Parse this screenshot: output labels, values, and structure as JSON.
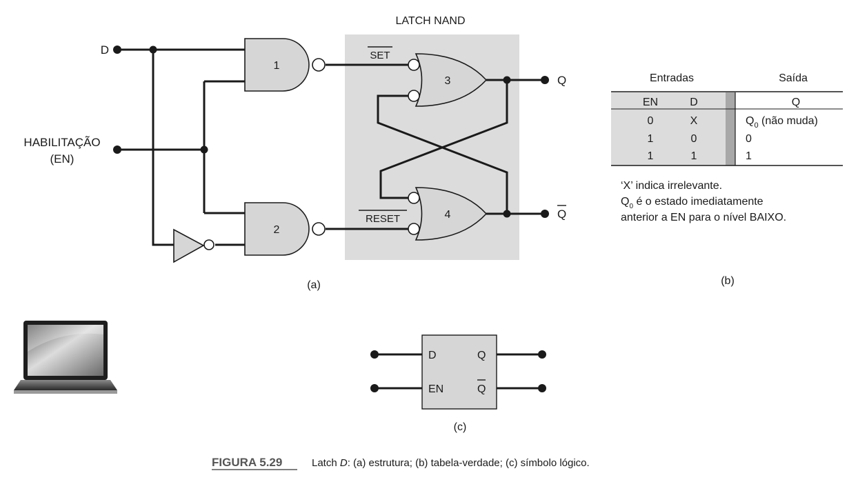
{
  "diagram_a": {
    "latch_title": "LATCH NAND",
    "input_d": "D",
    "input_en_line1": "HABILITAÇÃO",
    "input_en_line2": "(EN)",
    "gate1": "1",
    "gate2": "2",
    "gate3": "3",
    "gate4": "4",
    "set_label": "SET",
    "reset_label": "RESET",
    "out_q": "Q",
    "out_qbar": "Q",
    "caption": "(a)"
  },
  "table_b": {
    "group_inputs": "Entradas",
    "group_output": "Saída",
    "headers": [
      "EN",
      "D",
      "Q"
    ],
    "rows": [
      [
        "0",
        "X",
        "Q",
        "0",
        " (não muda)"
      ],
      [
        "1",
        "0",
        "0"
      ],
      [
        "1",
        "1",
        "1"
      ]
    ],
    "note1": "‘X’ indica irrelevante.",
    "note2_a": "Q",
    "note2_sub": "0",
    "note2_b": " é o estado imediatamente",
    "note3": "anterior a EN para o nível BAIXO.",
    "caption": "(b)"
  },
  "symbol_c": {
    "pin_d": "D",
    "pin_en": "EN",
    "pin_q": "Q",
    "pin_qbar": "Q",
    "caption": "(c)"
  },
  "figure": {
    "label": "FIGURA 5.29",
    "text_a": "Latch ",
    "text_italic": "D",
    "text_b": ": (a) estrutura; (b) tabela-verdade; (c) símbolo lógico."
  },
  "icons": [
    "laptop-icon"
  ]
}
